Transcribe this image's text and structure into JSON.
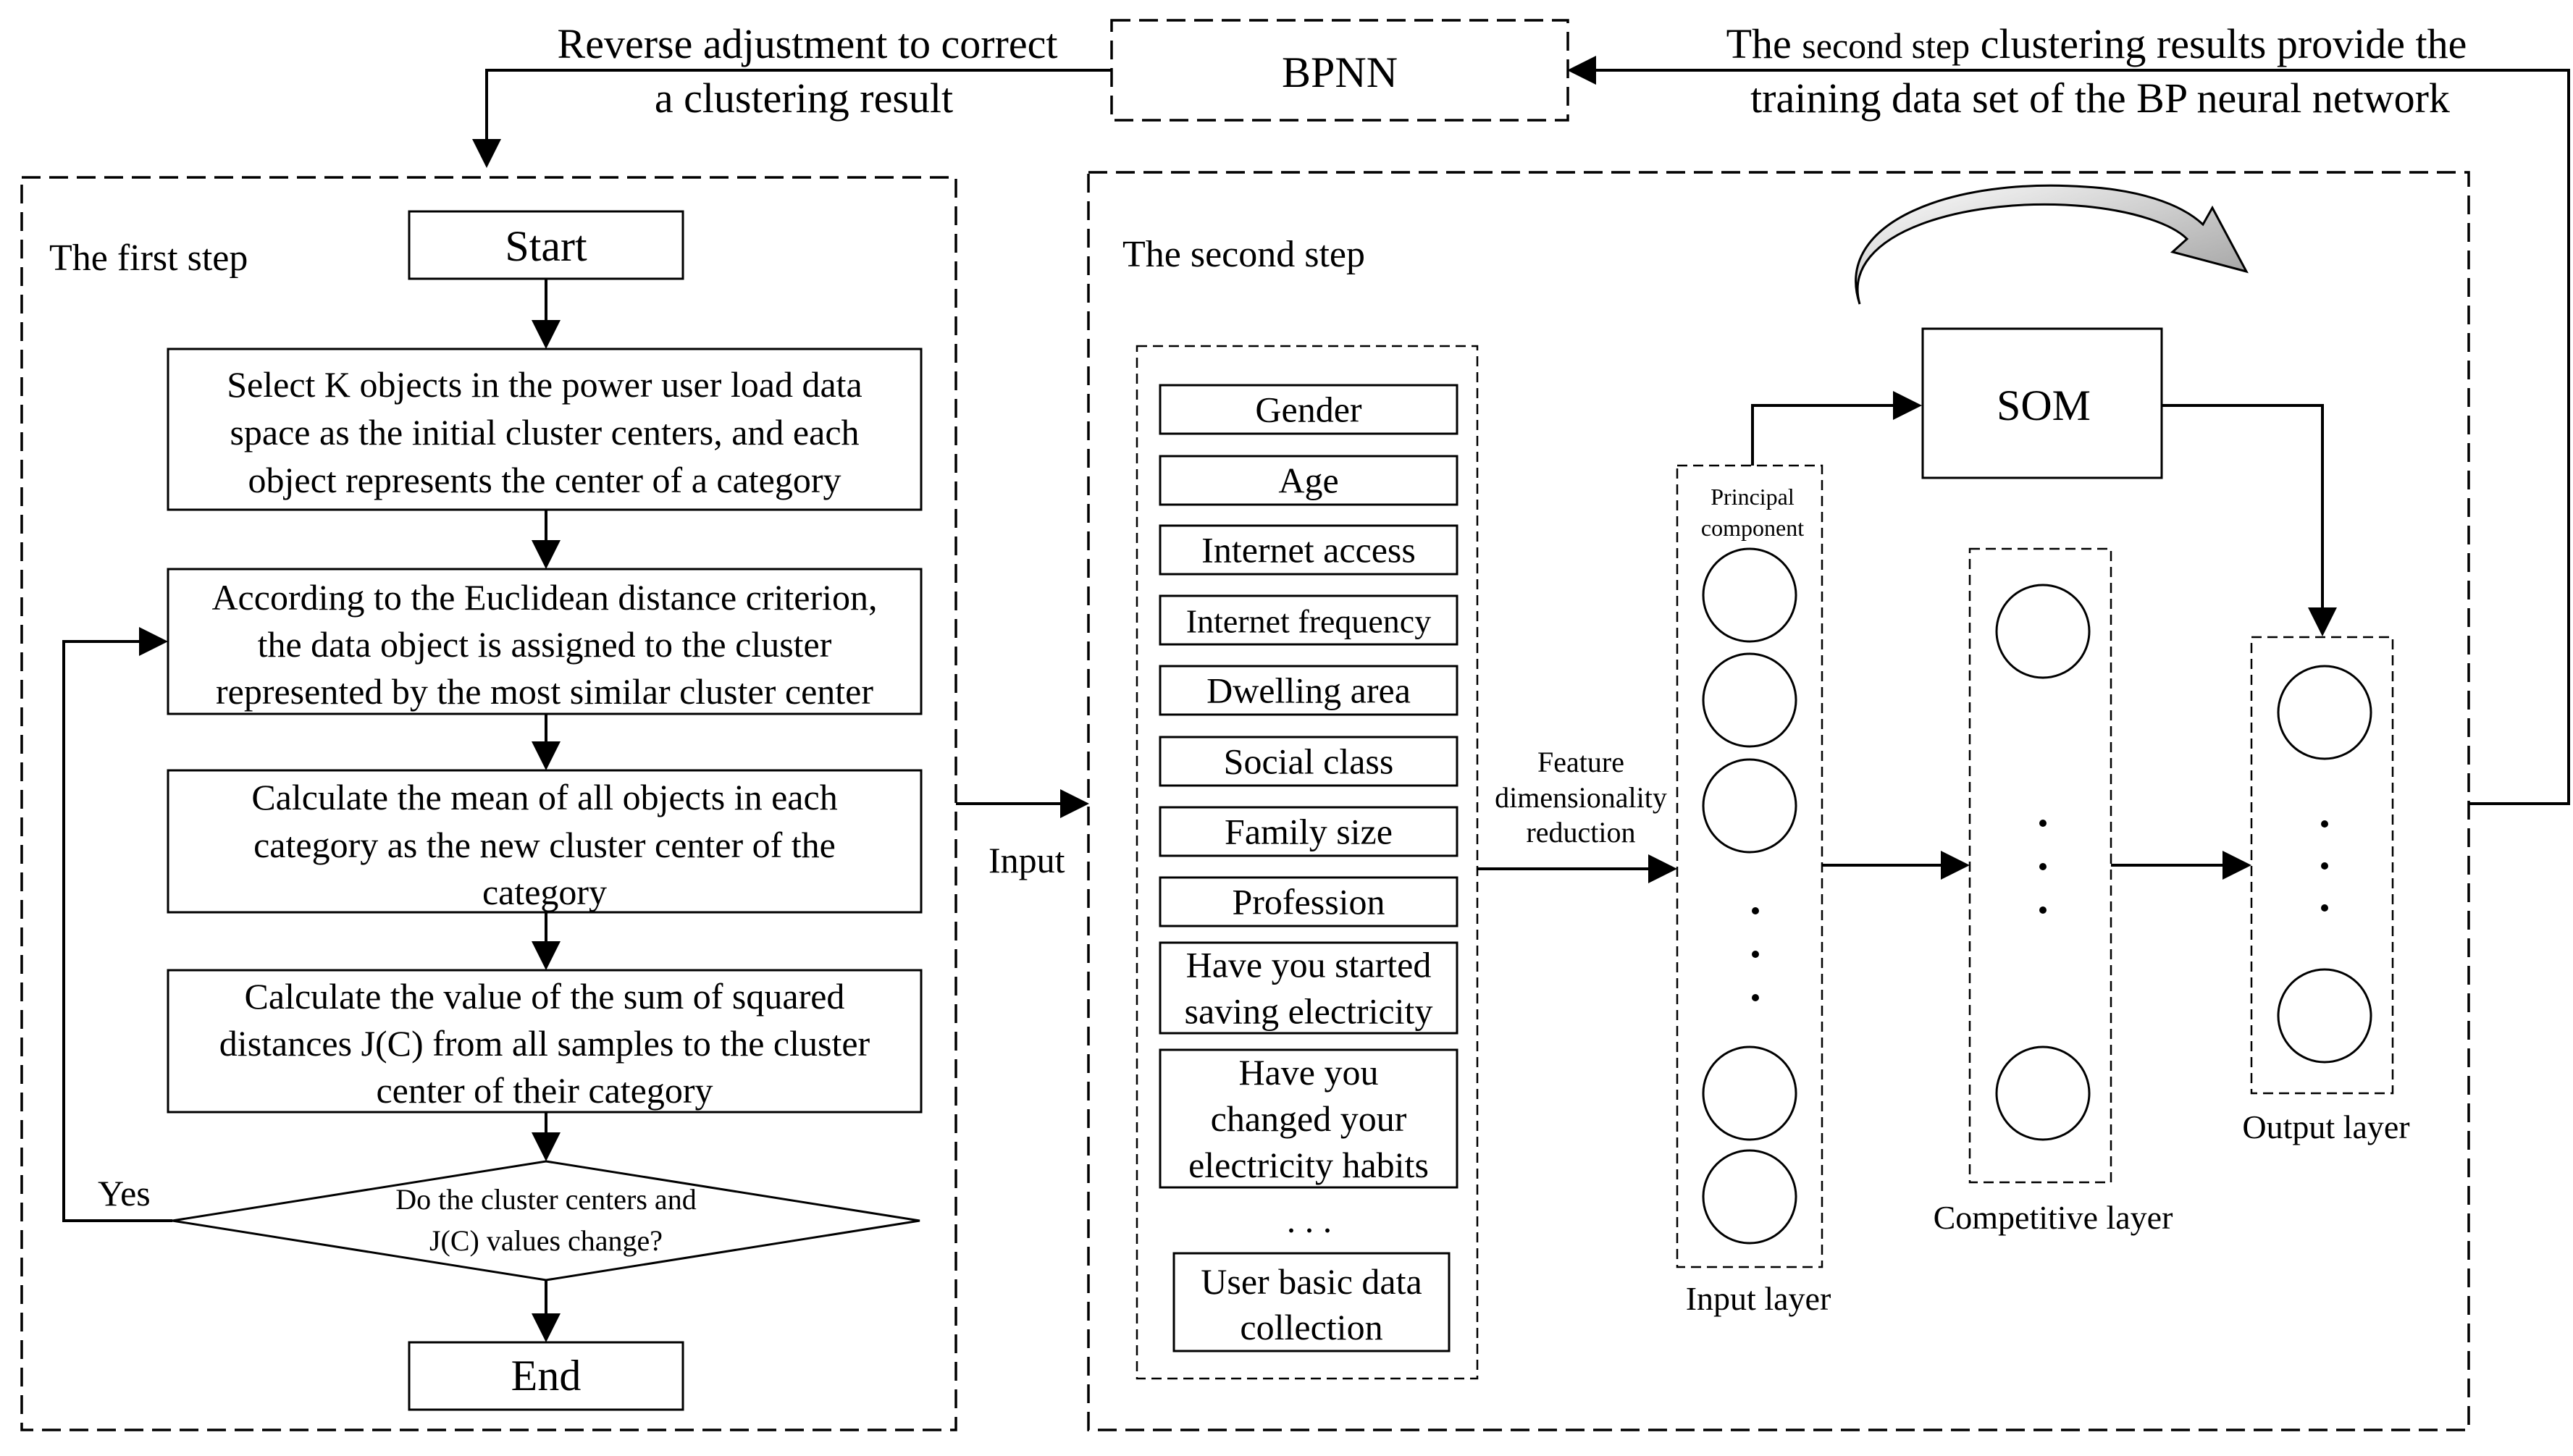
{
  "top": {
    "reverse_label_1": "Reverse adjustment to correct",
    "reverse_label_2": "a clustering result",
    "bpnn": "BPNN",
    "training_label_1a": "The ",
    "training_label_1b": "second step",
    "training_label_1c": " clustering results provide the",
    "training_label_2": "training data set of the BP neural network"
  },
  "step1": {
    "title": "The first step",
    "start": "Start",
    "select": [
      "Select K objects in the power user load data",
      "space as the initial cluster centers, and each",
      "object represents the center of a category"
    ],
    "assign": [
      "According to the Euclidean distance criterion,",
      "the data object is assigned to the cluster",
      "represented by the most similar cluster center"
    ],
    "mean": [
      "Calculate the mean of all objects in each",
      "category as the new cluster center of the",
      "category"
    ],
    "sse": [
      "Calculate the value of the sum of squared",
      "distances J(C) from all samples to the cluster",
      "center of their category"
    ],
    "decision": [
      "Do the cluster centers and",
      "J(C) values change?"
    ],
    "yes": "Yes",
    "end": "End"
  },
  "input_label": "Input",
  "step2": {
    "title": "The second step",
    "features": [
      [
        "Gender"
      ],
      [
        "Age"
      ],
      [
        "Internet access"
      ],
      [
        "Internet frequency"
      ],
      [
        "Dwelling area"
      ],
      [
        "Social class"
      ],
      [
        "Family size"
      ],
      [
        "Profession"
      ],
      [
        "Have you started",
        "saving electricity"
      ],
      [
        "Have you",
        "changed your",
        "electricity habits"
      ]
    ],
    "ellipsis": ". . .",
    "collection": [
      "User basic data",
      "collection"
    ],
    "reduction": [
      "Feature",
      "dimensionality",
      "reduction"
    ],
    "principal": [
      "Principal",
      "component"
    ],
    "som": "SOM",
    "input_layer": "Input layer",
    "competitive_layer": "Competitive layer",
    "output_layer": "Output layer"
  }
}
